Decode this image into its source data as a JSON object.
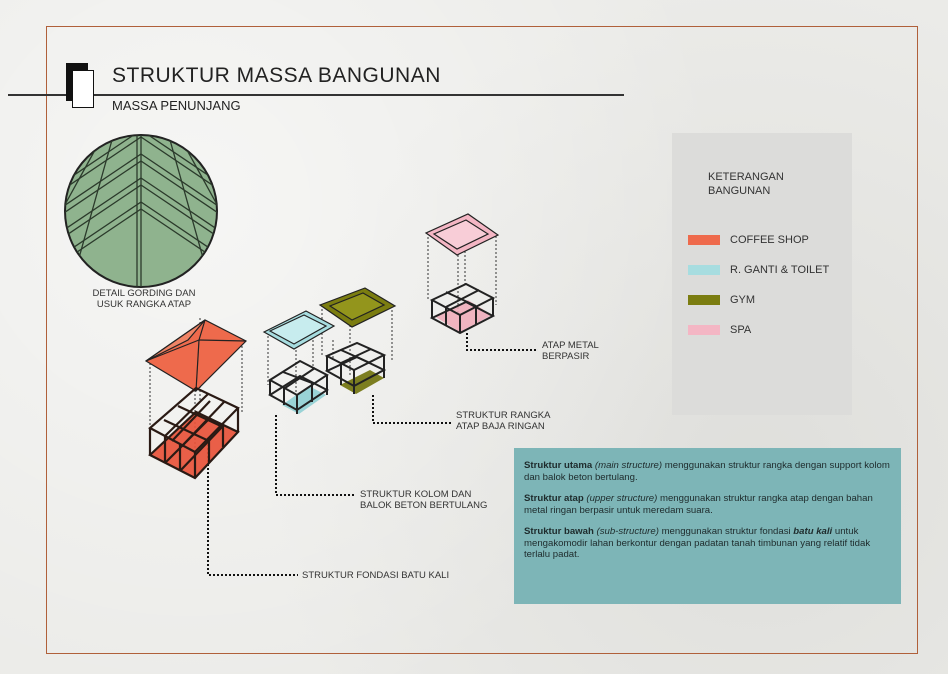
{
  "header": {
    "title": "STRUKTUR MASSA BANGUNAN",
    "subtitle": "MASSA PENUNJANG"
  },
  "detail_label": "DETAIL GORDING DAN\nUSUK RANGKA ATAP",
  "labels": {
    "atap_metal": "ATAP METAL\nBERPASIR",
    "rangka_atap": "STRUKTUR RANGKA\nATAP BAJA RINGAN",
    "kolom_balok": "STRUKTUR KOLOM DAN\nBALOK BETON BERTULANG",
    "fondasi": "STRUKTUR FONDASI BATU KALI"
  },
  "legend": {
    "title": "KETERANGAN\nBANGUNAN",
    "items": [
      {
        "label": "COFFEE SHOP",
        "color": "#ee6a4c"
      },
      {
        "label": "R. GANTI & TOILET",
        "color": "#a7dde0"
      },
      {
        "label": "GYM",
        "color": "#7b7d10"
      },
      {
        "label": "SPA",
        "color": "#f4b6c4"
      }
    ]
  },
  "info": {
    "p1_bold": "Struktur utama",
    "p1_italic": "(main structure)",
    "p1_text": "menggunakan struktur rangka dengan support kolom dan balok beton bertulang.",
    "p2_bold": "Struktur atap",
    "p2_italic": "(upper structure)",
    "p2_text": "menggunakan struktur rangka atap dengan bahan metal ringan berpasir untuk meredam suara.",
    "p3_bold": "Struktur bawah",
    "p3_italic": "(sub-structure)",
    "p3_text1": "menggunakan struktur fondasi",
    "p3_bolditalic": "batu kali",
    "p3_text2": "untuk mengakomodir lahan berkontur dengan padatan tanah timbunan yang relatif tidak terlalu padat."
  },
  "colors": {
    "frame": "#b0603a",
    "detail_circle": "#8fb38e",
    "info_box": "#7db5b7",
    "legend_panel": "#dcdcda"
  }
}
